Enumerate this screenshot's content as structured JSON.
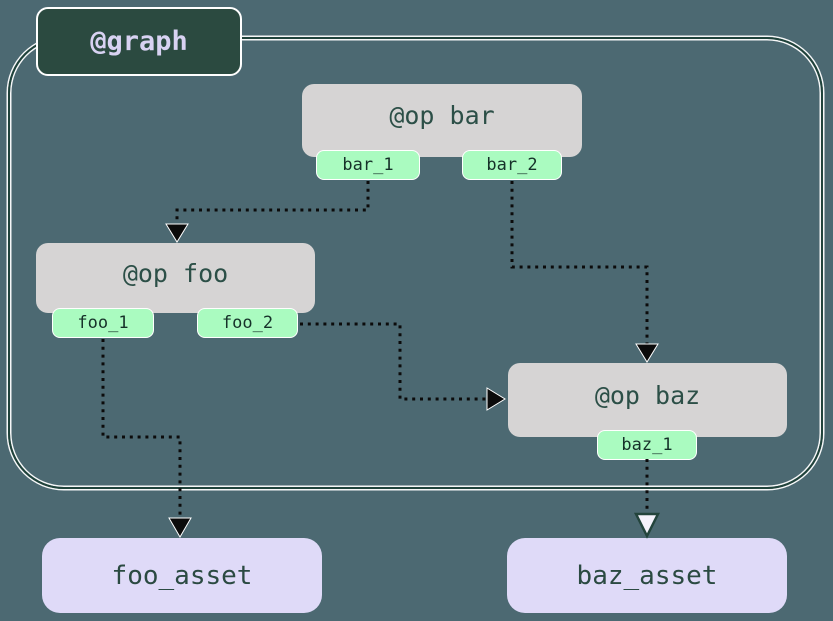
{
  "graph": {
    "label": "@graph"
  },
  "ops": {
    "bar": {
      "label": "@op bar",
      "outputs": {
        "bar_1": "bar_1",
        "bar_2": "bar_2"
      }
    },
    "foo": {
      "label": "@op foo",
      "outputs": {
        "foo_1": "foo_1",
        "foo_2": "foo_2"
      }
    },
    "baz": {
      "label": "@op baz",
      "outputs": {
        "baz_1": "baz_1"
      }
    }
  },
  "assets": {
    "foo": {
      "label": "foo_asset"
    },
    "baz": {
      "label": "baz_asset"
    }
  },
  "edges": [
    {
      "from": "bar_1",
      "to": "op foo",
      "style": "dotted",
      "arrowhead": "solid"
    },
    {
      "from": "bar_2",
      "to": "op baz",
      "style": "dotted",
      "arrowhead": "solid"
    },
    {
      "from": "foo_2",
      "to": "op baz",
      "style": "dotted",
      "arrowhead": "solid"
    },
    {
      "from": "foo_1",
      "to": "foo_asset",
      "style": "dotted",
      "arrowhead": "solid"
    },
    {
      "from": "baz_1",
      "to": "baz_asset",
      "style": "dotted",
      "arrowhead": "hollow"
    }
  ],
  "colors": {
    "background": "#4C6972",
    "graph_label_bg": "#2B4A40",
    "graph_label_text": "#D8D2F2",
    "graph_border": "#20433B",
    "graph_border_highlight": "#FFFFFF",
    "op_bg": "#D6D4D4",
    "op_text": "#2C4F47",
    "output_tag_bg": "#AAFBC0",
    "output_tag_text": "#163129",
    "asset_bg": "#DFDAF8",
    "asset_text": "#2B4A42",
    "edge": "#0B0B0B"
  }
}
